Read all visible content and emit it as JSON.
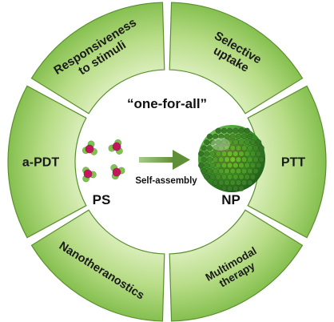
{
  "diagram": {
    "center_title": "“one-for-all”",
    "ps_label": "PS",
    "np_label": "NP",
    "arrow_label": "Self-assembly",
    "segments": [
      {
        "id": "responsiveness",
        "lines": [
          "Responsiveness",
          "to stimuli"
        ]
      },
      {
        "id": "selective-uptake",
        "lines": [
          "Selective",
          "uptake"
        ]
      },
      {
        "id": "ptt",
        "lines": [
          "PTT"
        ]
      },
      {
        "id": "multimodal",
        "lines": [
          "Multimodal",
          "therapy"
        ]
      },
      {
        "id": "nanotheranostics",
        "lines": [
          "Nanotheranostics"
        ]
      },
      {
        "id": "apdt",
        "lines": [
          "a-PDT"
        ]
      }
    ]
  },
  "colors": {
    "ring_light": "#cfe8a6",
    "ring_dark": "#7fba45",
    "ring_edge": "#5a8f2e",
    "arrow": "#6b9a3e",
    "np_green": "#3f9a2a",
    "np_red": "#b8322f",
    "ps_green": "#7cc44b",
    "ps_magenta": "#c2185b"
  }
}
